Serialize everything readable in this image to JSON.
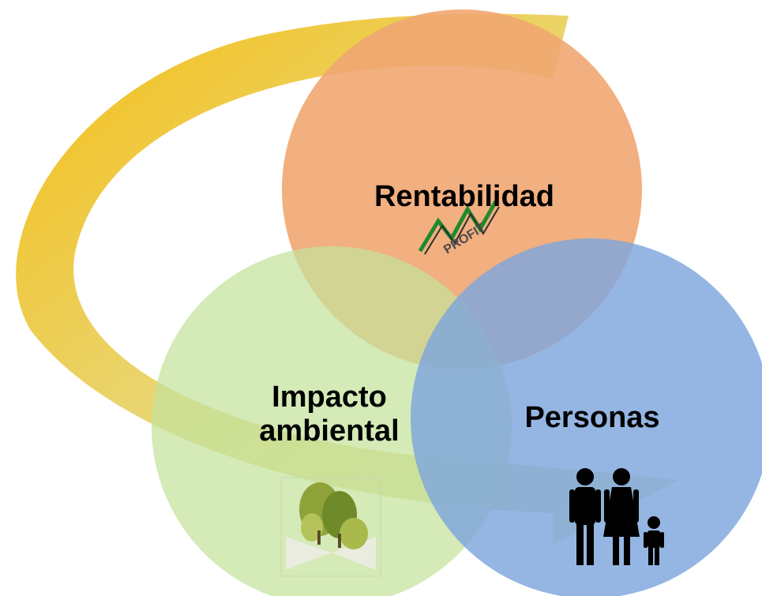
{
  "circles": {
    "rentabilidad": {
      "label": "Rentabilidad",
      "color": "#f1a671",
      "icon": "profit-chart-icon",
      "icon_text": "PROFIT"
    },
    "impacto": {
      "label_line1": "Impacto",
      "label_line2": "ambiental",
      "color": "#c4e29b",
      "icon": "trees-icon"
    },
    "personas": {
      "label": "Personas",
      "color": "#7ea6dd",
      "icon": "family-icon"
    }
  },
  "arrow": {
    "color_start": "#f5b800",
    "color_mid": "#e6d36a",
    "color_end": "#cfe0b8",
    "icon": "cycle-arrow-icon"
  }
}
